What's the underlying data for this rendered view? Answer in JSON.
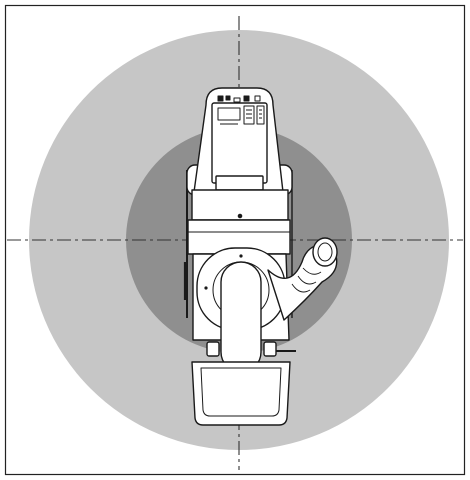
{
  "diagram": {
    "kind": "top-view-clearance-zones",
    "zones": [
      {
        "id": "outer",
        "color": "#c6c6c6"
      },
      {
        "id": "inner",
        "color": "#8f8f8f"
      }
    ],
    "colors": {
      "background": "#ffffff",
      "frame": "#222222",
      "machine_fill": "#ffffff",
      "machine_stroke": "#1a1a1a",
      "centerline": "#333333"
    },
    "has_centerlines": true,
    "has_border": true
  }
}
